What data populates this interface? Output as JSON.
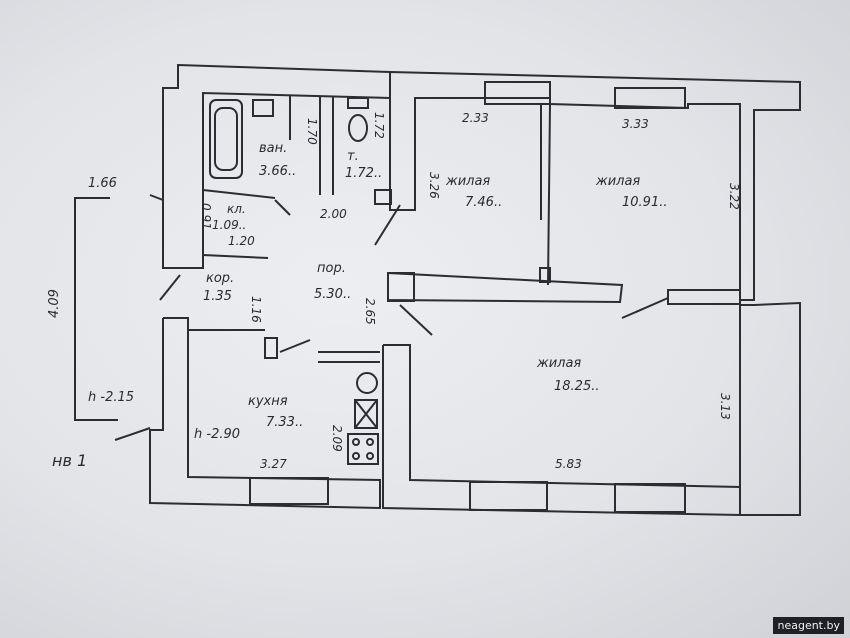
{
  "rooms": {
    "bath": {
      "name": "ван.",
      "area": "3.66..",
      "dim": "1.70"
    },
    "toilet": {
      "name": "т.",
      "area": "1.72..",
      "dim": "1.72"
    },
    "storage": {
      "name": "кл.",
      "area": "1.09..",
      "dim_a": "0.91",
      "dim_b": "1.20"
    },
    "small_corridor": {
      "name": "кор.",
      "area": "1.35",
      "dim": "1.16"
    },
    "hall": {
      "name": "пор.",
      "area": "5.30..",
      "dim_a": "2.00",
      "dim_b": "2.65"
    },
    "living_1": {
      "name": "жилая",
      "area": "7.46..",
      "dim_top": "2.33",
      "dim_side": "3.26"
    },
    "living_2": {
      "name": "жилая",
      "area": "10.91..",
      "dim_top": "3.33",
      "dim_side": "3.22"
    },
    "living_3": {
      "name": "жилая",
      "area": "18.25..",
      "dim_bottom": "5.83",
      "dim_side": "3.13"
    },
    "kitchen": {
      "name": "кухня",
      "area": "7.33..",
      "dim_bottom": "3.27",
      "dim_side": "2.09",
      "height": "h -2.90"
    }
  },
  "balcony": {
    "width": "1.66",
    "depth": "4.09",
    "height": "h -2.15"
  },
  "marker": "нв 1",
  "watermark": "neagent.by"
}
